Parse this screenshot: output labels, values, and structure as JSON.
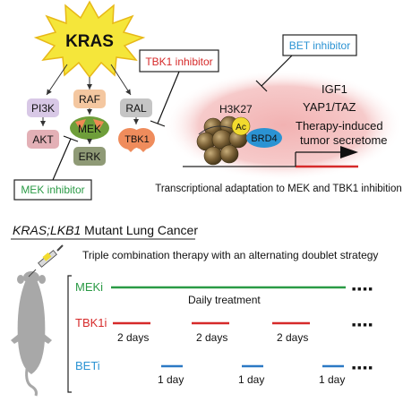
{
  "colors": {
    "kras_star": "#f5e63a",
    "kras_star_stroke": "#e7b818",
    "pi3k": "#d8c8e6",
    "akt": "#e3b0b6",
    "raf": "#f4c7a0",
    "mek": "#6e9e3a",
    "mek_accent": "#f08a54",
    "erk": "#8f9a76",
    "ral": "#c5c5c5",
    "tbk1": "#ef8c5c",
    "tbk1_inhibitor": "#d62a2a",
    "mek_inhibitor": "#2a9a45",
    "bet_inhibitor": "#2b93d3",
    "nucleus_glow": "#f5c5c5",
    "ac": "#f2db2e",
    "brd4": "#2b93d3",
    "nucleosome": "#7a6540",
    "promoter_arrow": "#222222",
    "gene_line": "#d62a2a",
    "meki_line": "#2a9a45",
    "tbk1i_line": "#d62a2a",
    "beti_line": "#2b79c4",
    "mouse": "#a8a8a8"
  },
  "top": {
    "kras": "KRAS",
    "pi3k": "PI3K",
    "akt": "AKT",
    "raf": "RAF",
    "mek": "MEK",
    "erk": "ERK",
    "ral": "RAL",
    "tbk1": "TBK1",
    "tbk1_inhibitor": "TBK1 inhibitor",
    "mek_inhibitor": "MEK inhibitor",
    "bet_inhibitor": "BET inhibitor",
    "h3k27": "H3K27",
    "ac": "Ac",
    "brd4": "BRD4",
    "igf1": "IGF1",
    "yap_taz": "YAP1/TAZ",
    "secretome_line1": "Therapy-induced",
    "secretome_line2": "tumor secretome",
    "caption": "Transcriptional adaptation to MEK and TBK1 inhibition"
  },
  "bottom": {
    "section_title_italic": "KRAS;LKB1",
    "section_title_rest": " Mutant Lung Cancer",
    "strategy": "Triple combination therapy with an alternating doublet strategy",
    "meki_label": "MEKi",
    "meki_note": "Daily treatment",
    "tbk1i_label": "TBK1i",
    "tbk1i_notes": [
      "2 days",
      "2 days",
      "2 days"
    ],
    "beti_label": "BETi",
    "beti_notes": [
      "1 day",
      "1 day",
      "1 day"
    ],
    "ellipsis": "■ ■ ■ ■"
  }
}
